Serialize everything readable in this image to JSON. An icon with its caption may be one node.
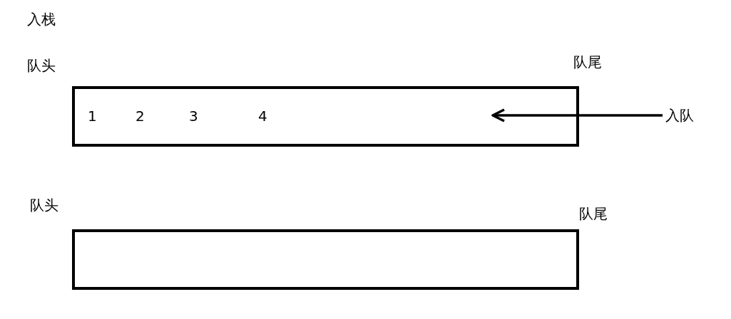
{
  "diagram": {
    "nodes": [
      {
        "text": [
          "1",
          "2",
          "3",
          "4"
        ],
        "beside": [
          "队头",
          "队尾"
        ]
      },
      {
        "text": [],
        "shape": "box",
        "beside": [
          "队头",
          "队尾"
        ]
      },
      {
        "text": [
          "入队"
        ]
      }
    ],
    "edges": [
      {
        "from": 2,
        "to": 0,
        "arrow": "to"
      }
    ],
    "labels": [
      "入栈"
    ]
  }
}
